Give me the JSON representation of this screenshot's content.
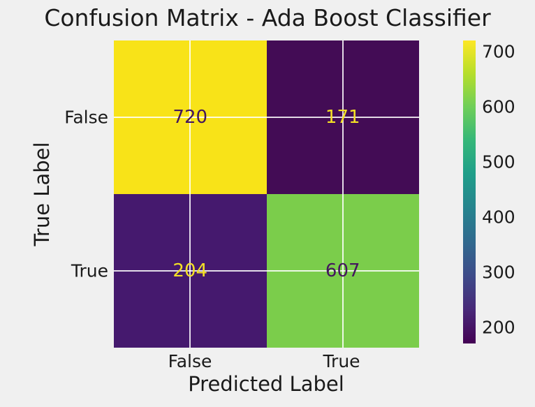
{
  "title": "Confusion Matrix - Ada Boost Classifier",
  "colors": {
    "background": "#f0f0f0",
    "grid": "#ffffff",
    "text": "#1a1a1a",
    "annotation_dark": "#44155e",
    "annotation_light": "#f4e125"
  },
  "chart_data": {
    "type": "heatmap",
    "title": "Confusion Matrix - Ada Boost Classifier",
    "xlabel": "Predicted Label",
    "ylabel": "True Label",
    "x_categories": [
      "False",
      "True"
    ],
    "y_categories": [
      "False",
      "True"
    ],
    "values": [
      [
        720,
        171
      ],
      [
        204,
        607
      ]
    ],
    "colormap": "viridis",
    "vmin": 171,
    "vmax": 720,
    "colorbar_ticks": [
      700,
      600,
      500,
      400,
      300,
      200
    ],
    "cell_colors": [
      [
        "#f8e318",
        "#430c55"
      ],
      [
        "#45196e",
        "#7bcd4b"
      ]
    ],
    "annotation_colors": [
      [
        "#44155e",
        "#f4e125"
      ],
      [
        "#f4e125",
        "#44155e"
      ]
    ],
    "grid": true,
    "legend_position": "colorbar-right"
  }
}
